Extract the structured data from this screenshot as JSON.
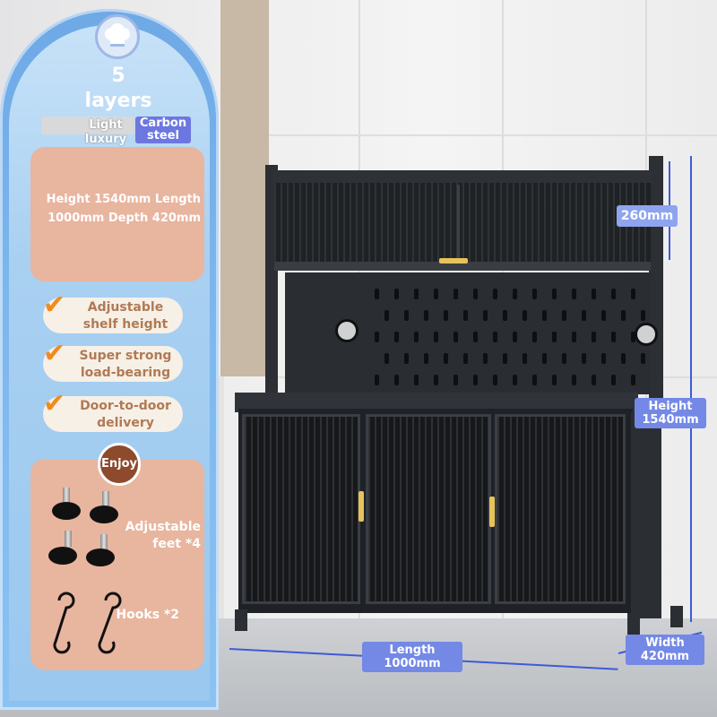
{
  "panel": {
    "title_number": "5",
    "title_word": "layers",
    "color_label": "Light luxury gray",
    "material_label": "Carbon steel",
    "specs": "Height 1540mm Length 1000mm Depth 420mm",
    "features": [
      {
        "label": "Adjustable shelf height"
      },
      {
        "label": "Super strong load-bearing"
      },
      {
        "label": "Door-to-door delivery"
      }
    ],
    "enjoy_label": "Enjoy",
    "accessories": {
      "feet_label": "Adjustable feet *4",
      "hooks_label": "Hooks *2"
    }
  },
  "dimensions": {
    "upper_height": "260mm",
    "height": "Height 1540mm",
    "length": "Length 1000mm",
    "width": "Width 420mm"
  },
  "colors": {
    "panel_blue": "#7cb6ee",
    "card_peach": "#e8b59f",
    "check_orange": "#f08b1e",
    "dimension_blue": "#7488e6",
    "cabinet_black": "#1e2125",
    "handle_gold": "#e6c25a"
  },
  "icons": {
    "badge": "chef-hat-icon",
    "check": "check-mark-icon",
    "feet": "adjustable-foot-icon",
    "hook": "s-hook-icon"
  }
}
